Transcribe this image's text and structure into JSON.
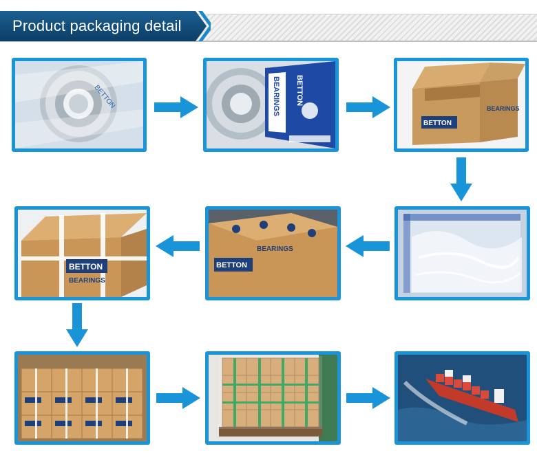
{
  "header": {
    "title": "Product packaging detail"
  },
  "colors": {
    "frame": "#1a94d8",
    "arrow": "#1a94d8",
    "header_dark": "#0c3e66",
    "header_light": "#1b5f92"
  },
  "icons": [
    "arrow-right-icon",
    "arrow-down-icon",
    "arrow-left-icon"
  ],
  "steps": [
    {
      "name": "bearing-in-plastic-bag",
      "brand": "BETTON"
    },
    {
      "name": "bearing-in-branded-box",
      "brand": "BETTON",
      "label": "BEARINGS"
    },
    {
      "name": "open-carton",
      "brand": "BETTON",
      "label": "BEARINGS"
    },
    {
      "name": "carton-with-plastic-liner"
    },
    {
      "name": "sealed-carton",
      "brand": "BETTON",
      "label": "BEARINGS"
    },
    {
      "name": "strapped-carton",
      "brand": "BETTON",
      "label": "BEARINGS"
    },
    {
      "name": "stacked-cartons"
    },
    {
      "name": "pallet-wrapped"
    },
    {
      "name": "container-ship"
    }
  ]
}
